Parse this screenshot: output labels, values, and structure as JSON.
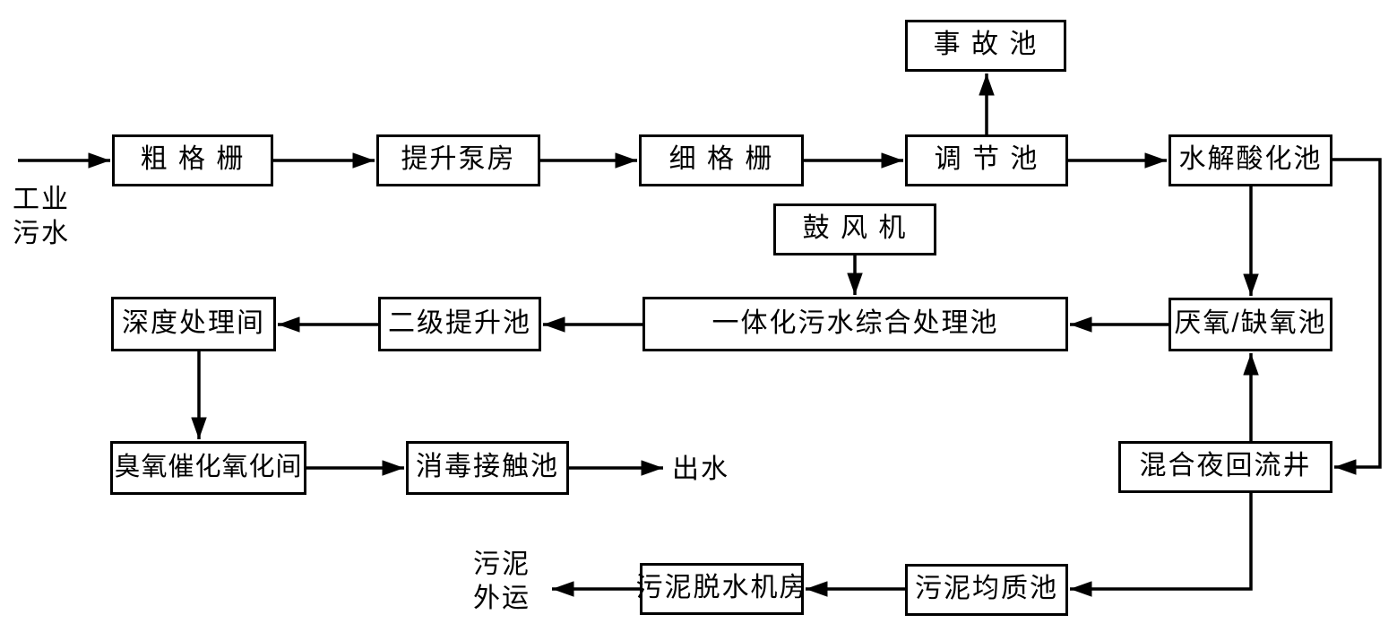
{
  "diagram": {
    "description_colors": {
      "line_color": "#000000",
      "background": "#ffffff",
      "box_fill": "#ffffff"
    },
    "nodes": {
      "inlet": "工业\n污水",
      "coarse_screen": "粗 格 栅",
      "lift_pump_house": "提升泵房",
      "fine_screen": "细 格 栅",
      "regulating_tank": "调 节 池",
      "accident_tank": "事 故 池",
      "hydrolysis_acidification_tank": "水解酸化池",
      "blower": "鼓 风 机",
      "integrated_treatment_tank": "一体化污水综合处理池",
      "anaerobic_anoxic_tank": "厌氧/缺氧池",
      "secondary_lift_tank": "二级提升池",
      "deep_treatment_room": "深度处理间",
      "ozone_catalytic_oxidation_room": "臭氧催化氧化间",
      "disinfection_contact_tank": "消毒接触池",
      "outlet": "出水",
      "mixed_liquor_return_well": "混合夜回流井",
      "sludge_homogenization_tank": "污泥均质池",
      "sludge_dewatering_room": "污泥脱水机房",
      "sludge_out": "污泥\n外运"
    }
  }
}
